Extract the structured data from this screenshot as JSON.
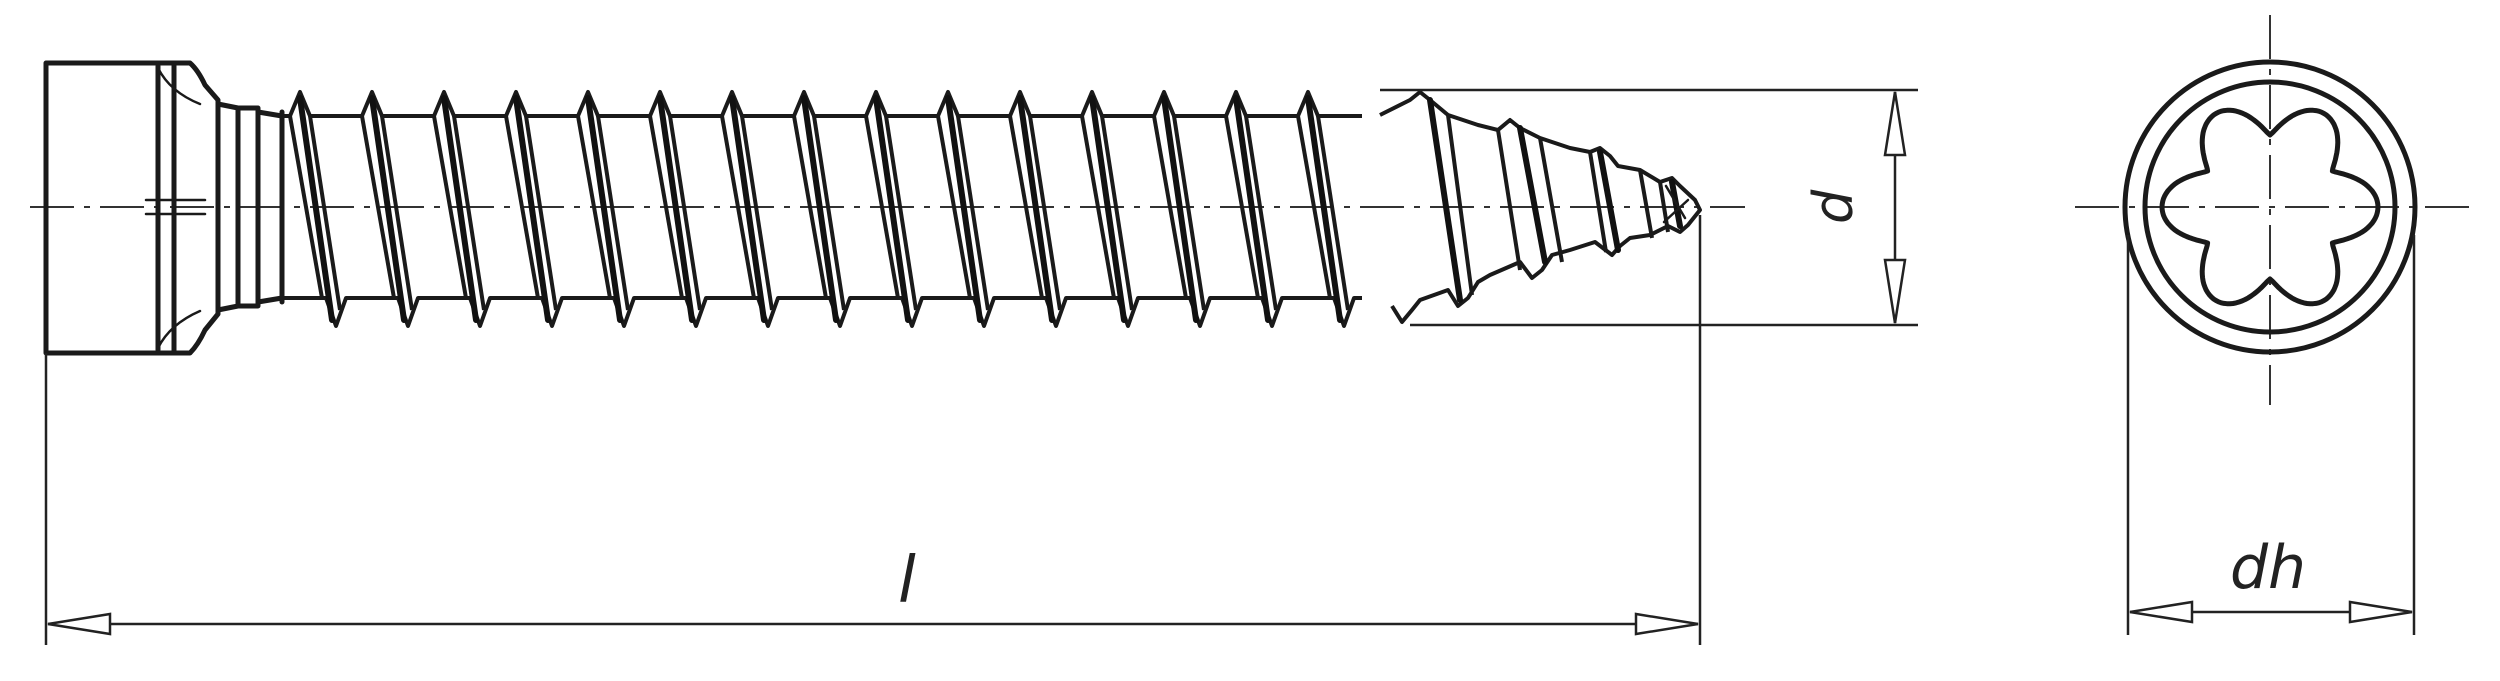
{
  "figure": {
    "subject": "screw-drawing",
    "labels": {
      "length": "l",
      "diameter": "d",
      "head_diameter": "dh"
    },
    "head_drive": "torx",
    "line_color": "#1a1a1a",
    "background": "#ffffff"
  }
}
